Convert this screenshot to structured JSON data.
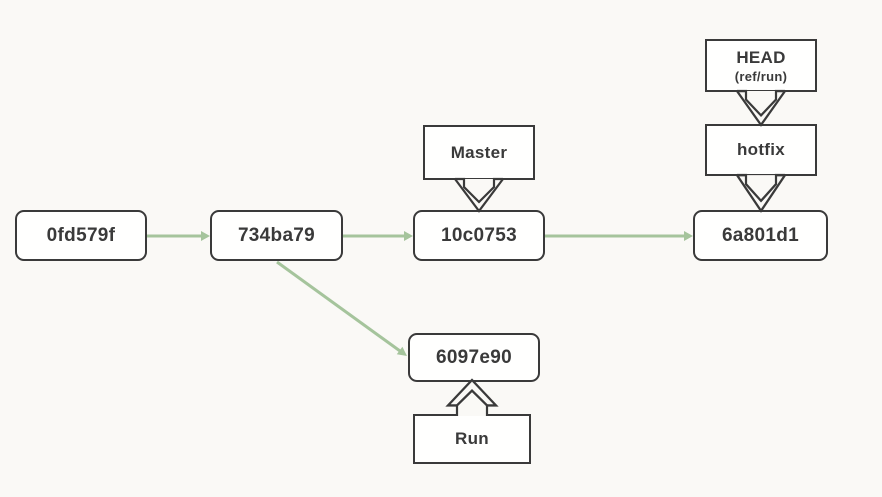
{
  "colors": {
    "background": "#faf9f6",
    "node_fill": "#fffffe",
    "node_border": "#3a3a3a",
    "text": "#3a3a3a",
    "arrow_green": "#a5c49c"
  },
  "commits": [
    {
      "label": "0fd579f"
    },
    {
      "label": "734ba79"
    },
    {
      "label": "10c0753"
    },
    {
      "label": "6a801d1"
    },
    {
      "label": "6097e90"
    }
  ],
  "refs": {
    "master": {
      "label": "Master"
    },
    "head": {
      "title": "HEAD",
      "subtitle": "(ref/run)"
    },
    "hotfix": {
      "label": "hotfix"
    },
    "run": {
      "label": "Run"
    }
  }
}
